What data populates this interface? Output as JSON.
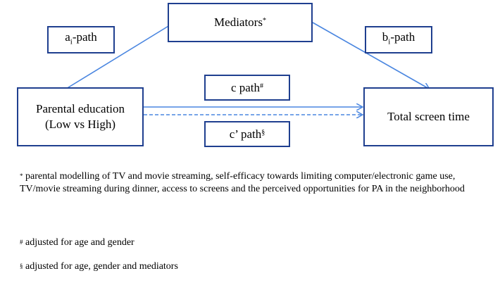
{
  "diagram": {
    "mediators": {
      "label": "Mediators",
      "mark": "*"
    },
    "a_path": {
      "prefix": "a",
      "sub": "i",
      "suffix": "-path"
    },
    "b_path": {
      "prefix": "b",
      "sub": "i",
      "suffix": "-path"
    },
    "c_path": {
      "label": "c path",
      "mark": "#"
    },
    "c_prime_path": {
      "label": "c’ path",
      "mark": "§"
    },
    "exposure": {
      "line1": "Parental education",
      "line2": "(Low vs High)"
    },
    "outcome": {
      "label": "Total screen time"
    },
    "colors": {
      "box_border": "#1f3f8f",
      "arrow": "#4a86e0"
    }
  },
  "footnotes": [
    {
      "mark": "*",
      "text": "parental modelling of TV and movie streaming, self-efficacy towards limiting computer/electronic game use, TV/movie streaming during dinner, access to screens and the perceived opportunities for PA in the neighborhood"
    },
    {
      "mark": "#",
      "text": "adjusted for age and gender"
    },
    {
      "mark": "§",
      "text": "adjusted for age, gender and mediators"
    }
  ]
}
